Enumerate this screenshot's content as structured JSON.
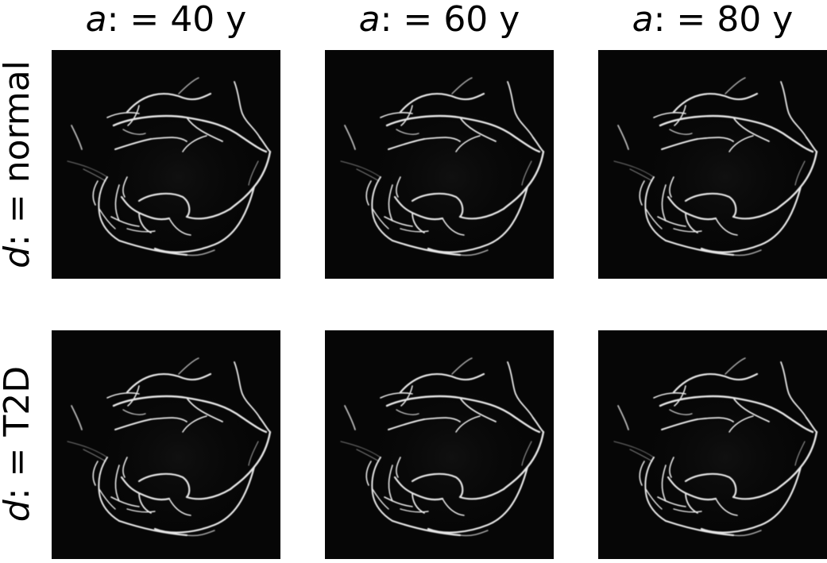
{
  "columns": [
    {
      "var": "a",
      "sep": ": =",
      "value": "40 y"
    },
    {
      "var": "a",
      "sep": ": =",
      "value": "60 y"
    },
    {
      "var": "a",
      "sep": ": =",
      "value": "80 y"
    }
  ],
  "rows": [
    {
      "var": "d",
      "sep": ": =",
      "value": "normal"
    },
    {
      "var": "d",
      "sep": ": =",
      "value": "T2D"
    }
  ],
  "colors": {
    "background": "#ffffff",
    "panel": "#060606",
    "vessel": "#e8e8e8"
  }
}
